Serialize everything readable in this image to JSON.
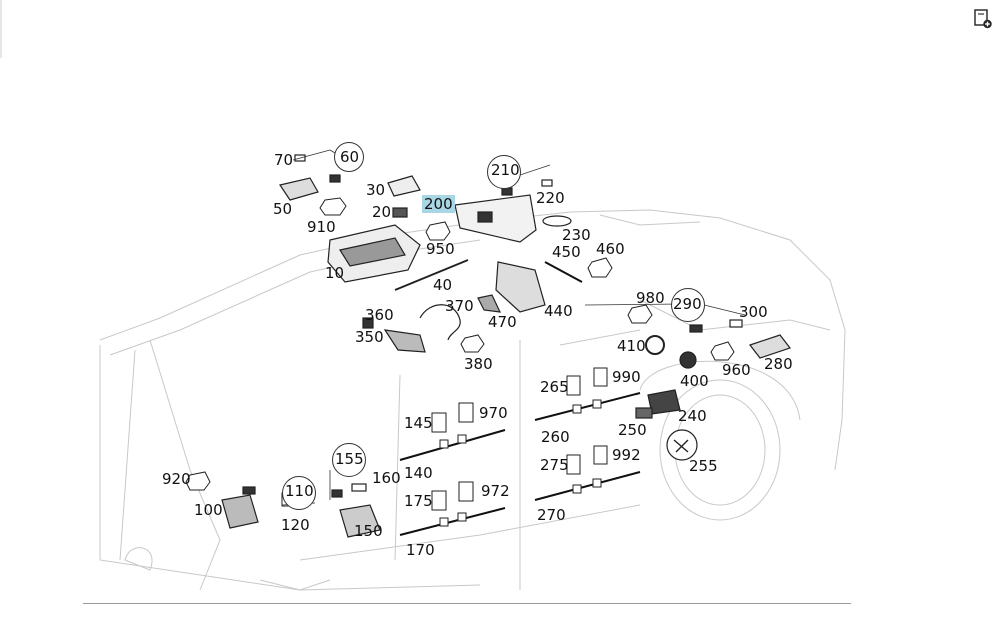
{
  "toolbar": {
    "add_note_icon": "add-note-icon"
  },
  "selected_part": "200",
  "parts": [
    {
      "id": "p70",
      "label": "70"
    },
    {
      "id": "p60",
      "label": "60"
    },
    {
      "id": "p50",
      "label": "50"
    },
    {
      "id": "p30",
      "label": "30"
    },
    {
      "id": "p20",
      "label": "20"
    },
    {
      "id": "p910",
      "label": "910"
    },
    {
      "id": "p200",
      "label": "200"
    },
    {
      "id": "p210",
      "label": "210"
    },
    {
      "id": "p220",
      "label": "220"
    },
    {
      "id": "p230",
      "label": "230"
    },
    {
      "id": "p950",
      "label": "950"
    },
    {
      "id": "p450",
      "label": "450"
    },
    {
      "id": "p460",
      "label": "460"
    },
    {
      "id": "p10",
      "label": "10"
    },
    {
      "id": "p40",
      "label": "40"
    },
    {
      "id": "p980",
      "label": "980"
    },
    {
      "id": "p290",
      "label": "290"
    },
    {
      "id": "p300",
      "label": "300"
    },
    {
      "id": "p370",
      "label": "370"
    },
    {
      "id": "p360",
      "label": "360"
    },
    {
      "id": "p470",
      "label": "470"
    },
    {
      "id": "p440",
      "label": "440"
    },
    {
      "id": "p350",
      "label": "350"
    },
    {
      "id": "p410",
      "label": "410"
    },
    {
      "id": "p400",
      "label": "400"
    },
    {
      "id": "p960",
      "label": "960"
    },
    {
      "id": "p280",
      "label": "280"
    },
    {
      "id": "p380",
      "label": "380"
    },
    {
      "id": "p265",
      "label": "265"
    },
    {
      "id": "p990",
      "label": "990"
    },
    {
      "id": "p145",
      "label": "145"
    },
    {
      "id": "p970",
      "label": "970"
    },
    {
      "id": "p240",
      "label": "240"
    },
    {
      "id": "p250",
      "label": "250"
    },
    {
      "id": "p260",
      "label": "260"
    },
    {
      "id": "p155",
      "label": "155"
    },
    {
      "id": "p140",
      "label": "140"
    },
    {
      "id": "p160",
      "label": "160"
    },
    {
      "id": "p275",
      "label": "275"
    },
    {
      "id": "p992",
      "label": "992"
    },
    {
      "id": "p255",
      "label": "255"
    },
    {
      "id": "p920",
      "label": "920"
    },
    {
      "id": "p110",
      "label": "110"
    },
    {
      "id": "p175",
      "label": "175"
    },
    {
      "id": "p972",
      "label": "972"
    },
    {
      "id": "p100",
      "label": "100"
    },
    {
      "id": "p120",
      "label": "120"
    },
    {
      "id": "p150",
      "label": "150"
    },
    {
      "id": "p270",
      "label": "270"
    },
    {
      "id": "p170",
      "label": "170"
    }
  ]
}
